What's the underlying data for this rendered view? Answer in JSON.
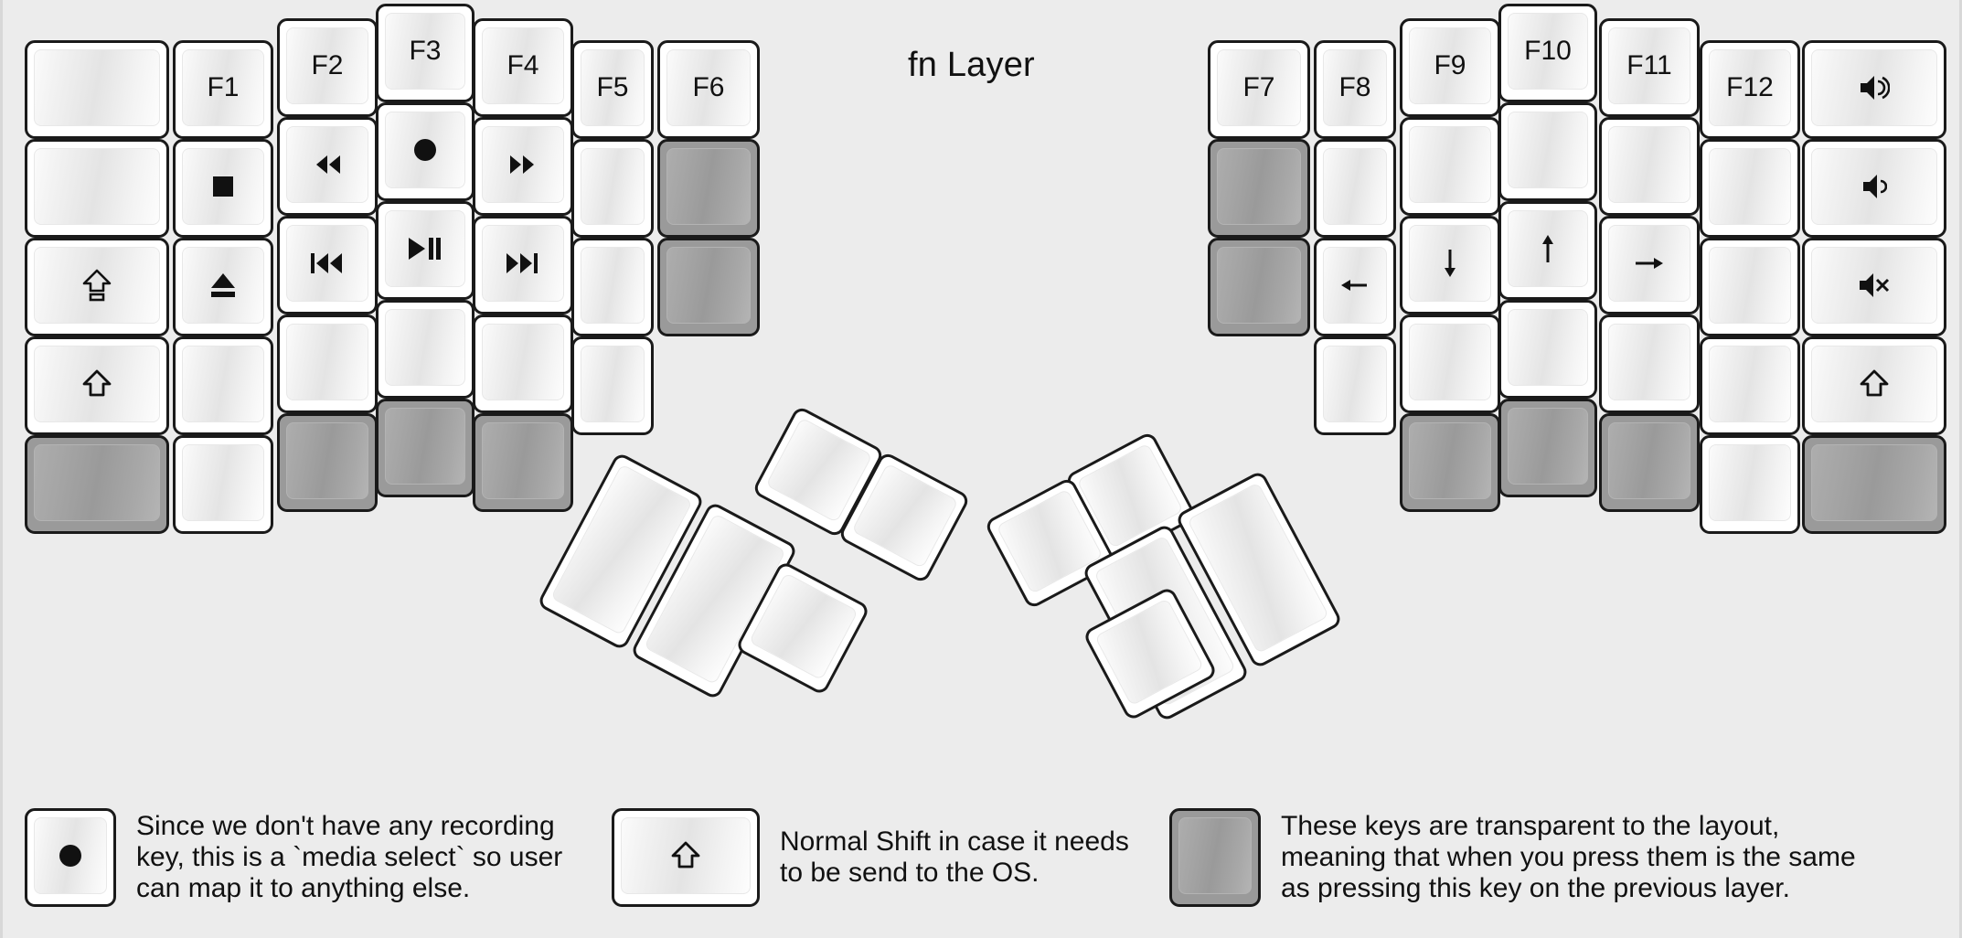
{
  "title": "fn Layer",
  "colors": {
    "background": "#ececec",
    "key_face": "#ffffff",
    "key_outline": "#1a1a1a",
    "transparent_key": "#9a9a9a",
    "text": "#111111"
  },
  "legend": [
    {
      "key_glyph": "record-dot",
      "text": "Since we don't have any recording\nkey, this is a `media select` so user\ncan map it to anything else."
    },
    {
      "key_glyph": "shift-arrow",
      "text": "Normal Shift in case it needs\nto be send to the OS."
    },
    {
      "key_glyph": "blank-transparent",
      "text": "These keys are transparent to the layout,\nmeaning that when you press them is the same\nas pressing this key on the previous layer."
    }
  ],
  "left_half": {
    "columns": [
      {
        "name": "pinky-outer",
        "keys": [
          {
            "label": "",
            "glyph": "",
            "transparent": false
          },
          {
            "label": "",
            "glyph": "",
            "transparent": false
          },
          {
            "label": "",
            "glyph": "caps-lock",
            "transparent": false
          },
          {
            "label": "",
            "glyph": "shift",
            "transparent": false
          },
          {
            "label": "",
            "glyph": "",
            "transparent": true
          }
        ]
      },
      {
        "name": "pinky",
        "keys": [
          {
            "label": "F1",
            "glyph": "",
            "transparent": false
          },
          {
            "label": "",
            "glyph": "stop",
            "transparent": false
          },
          {
            "label": "",
            "glyph": "eject",
            "transparent": false
          },
          {
            "label": "",
            "glyph": "",
            "transparent": false
          },
          {
            "label": "",
            "glyph": "",
            "transparent": false
          }
        ]
      },
      {
        "name": "ring",
        "keys": [
          {
            "label": "F2",
            "glyph": "",
            "transparent": false
          },
          {
            "label": "",
            "glyph": "rewind",
            "transparent": false
          },
          {
            "label": "",
            "glyph": "prev-track",
            "transparent": false
          },
          {
            "label": "",
            "glyph": "",
            "transparent": false
          },
          {
            "label": "",
            "glyph": "",
            "transparent": true
          }
        ]
      },
      {
        "name": "middle",
        "keys": [
          {
            "label": "F3",
            "glyph": "",
            "transparent": false
          },
          {
            "label": "",
            "glyph": "record",
            "transparent": false
          },
          {
            "label": "",
            "glyph": "play-pause",
            "transparent": false
          },
          {
            "label": "",
            "glyph": "",
            "transparent": false
          },
          {
            "label": "",
            "glyph": "",
            "transparent": true
          }
        ]
      },
      {
        "name": "index",
        "keys": [
          {
            "label": "F4",
            "glyph": "",
            "transparent": false
          },
          {
            "label": "",
            "glyph": "fast-forward",
            "transparent": false
          },
          {
            "label": "",
            "glyph": "next-track",
            "transparent": false
          },
          {
            "label": "",
            "glyph": "",
            "transparent": false
          },
          {
            "label": "",
            "glyph": "",
            "transparent": true
          }
        ]
      },
      {
        "name": "index-inner",
        "keys": [
          {
            "label": "F5",
            "glyph": "",
            "transparent": false
          },
          {
            "label": "",
            "glyph": "",
            "transparent": false
          },
          {
            "label": "",
            "glyph": "",
            "transparent": false
          },
          {
            "label": "",
            "glyph": "",
            "transparent": false
          }
        ]
      },
      {
        "name": "inner-extra",
        "keys": [
          {
            "label": "F6",
            "glyph": "",
            "transparent": false
          },
          {
            "label": "",
            "glyph": "",
            "transparent": true
          },
          {
            "label": "",
            "glyph": "",
            "transparent": true
          }
        ]
      }
    ],
    "thumb_keys": [
      {
        "label": "",
        "glyph": "",
        "transparent": false
      },
      {
        "label": "",
        "glyph": "",
        "transparent": false
      },
      {
        "label": "",
        "glyph": "",
        "transparent": false
      },
      {
        "label": "",
        "glyph": "",
        "transparent": false
      },
      {
        "label": "",
        "glyph": "",
        "transparent": false
      }
    ]
  },
  "right_half": {
    "columns": [
      {
        "name": "inner-extra",
        "keys": [
          {
            "label": "F7",
            "glyph": "",
            "transparent": false
          },
          {
            "label": "",
            "glyph": "",
            "transparent": true
          },
          {
            "label": "",
            "glyph": "",
            "transparent": true
          }
        ]
      },
      {
        "name": "index-inner",
        "keys": [
          {
            "label": "F8",
            "glyph": "",
            "transparent": false
          },
          {
            "label": "",
            "glyph": "",
            "transparent": false
          },
          {
            "label": "",
            "glyph": "arrow-left",
            "transparent": false
          },
          {
            "label": "",
            "glyph": "",
            "transparent": false
          }
        ]
      },
      {
        "name": "index",
        "keys": [
          {
            "label": "F9",
            "glyph": "",
            "transparent": false
          },
          {
            "label": "",
            "glyph": "",
            "transparent": false
          },
          {
            "label": "",
            "glyph": "arrow-down",
            "transparent": false
          },
          {
            "label": "",
            "glyph": "",
            "transparent": false
          },
          {
            "label": "",
            "glyph": "",
            "transparent": true
          }
        ]
      },
      {
        "name": "middle",
        "keys": [
          {
            "label": "F10",
            "glyph": "",
            "transparent": false
          },
          {
            "label": "",
            "glyph": "",
            "transparent": false
          },
          {
            "label": "",
            "glyph": "arrow-up",
            "transparent": false
          },
          {
            "label": "",
            "glyph": "",
            "transparent": false
          },
          {
            "label": "",
            "glyph": "",
            "transparent": true
          }
        ]
      },
      {
        "name": "ring",
        "keys": [
          {
            "label": "F11",
            "glyph": "",
            "transparent": false
          },
          {
            "label": "",
            "glyph": "",
            "transparent": false
          },
          {
            "label": "",
            "glyph": "arrow-right",
            "transparent": false
          },
          {
            "label": "",
            "glyph": "",
            "transparent": false
          },
          {
            "label": "",
            "glyph": "",
            "transparent": true
          }
        ]
      },
      {
        "name": "pinky",
        "keys": [
          {
            "label": "F12",
            "glyph": "",
            "transparent": false
          },
          {
            "label": "",
            "glyph": "",
            "transparent": false
          },
          {
            "label": "",
            "glyph": "",
            "transparent": false
          },
          {
            "label": "",
            "glyph": "",
            "transparent": false
          },
          {
            "label": "",
            "glyph": "",
            "transparent": false
          }
        ]
      },
      {
        "name": "pinky-outer",
        "keys": [
          {
            "label": "",
            "glyph": "volume-up",
            "transparent": false
          },
          {
            "label": "",
            "glyph": "volume-down",
            "transparent": false
          },
          {
            "label": "",
            "glyph": "volume-mute",
            "transparent": false
          },
          {
            "label": "",
            "glyph": "shift",
            "transparent": false
          },
          {
            "label": "",
            "glyph": "",
            "transparent": true
          }
        ]
      }
    ],
    "thumb_keys": [
      {
        "label": "",
        "glyph": "",
        "transparent": false
      },
      {
        "label": "",
        "glyph": "",
        "transparent": false
      },
      {
        "label": "",
        "glyph": "",
        "transparent": false
      },
      {
        "label": "",
        "glyph": "",
        "transparent": false
      },
      {
        "label": "",
        "glyph": "",
        "transparent": false
      }
    ]
  }
}
